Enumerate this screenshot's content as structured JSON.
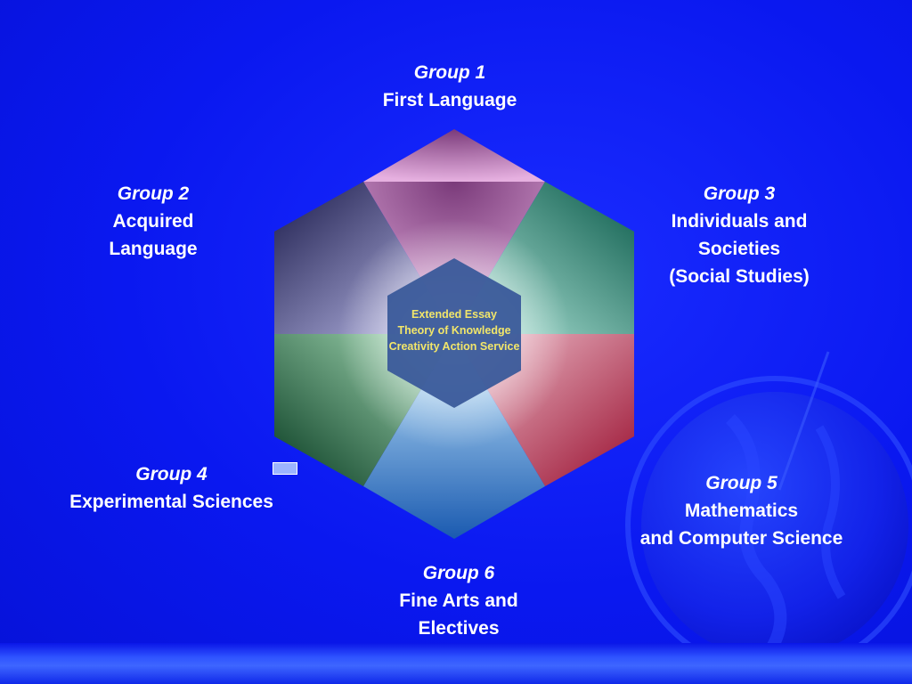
{
  "groups": [
    {
      "group": "Group 1",
      "desc": [
        "First Language"
      ]
    },
    {
      "group": "Group 2",
      "desc": [
        "Acquired",
        "Language"
      ]
    },
    {
      "group": "Group 3",
      "desc": [
        "Individuals and",
        "Societies",
        "(Social Studies)"
      ]
    },
    {
      "group": "Group 4",
      "desc": [
        "Experimental Sciences"
      ]
    },
    {
      "group": "Group 5",
      "desc": [
        "Mathematics",
        "and Computer Science"
      ]
    },
    {
      "group": "Group 6",
      "desc": [
        "Fine Arts and",
        "Electives"
      ]
    }
  ],
  "core": [
    "Extended Essay",
    "Theory of Knowledge",
    "Creativity Action Service"
  ],
  "colors": {
    "background": "#0a14e6",
    "text": "#ffffff",
    "core_text": "#f2e66a",
    "core_fill": "#3a5a9a",
    "segment_top": "#c07ab8",
    "segment_upper_right": "#3aa890",
    "segment_lower_right": "#d04068",
    "segment_bottom": "#6ab4e0",
    "segment_lower_left": "#2a9a5a",
    "segment_upper_left": "#3a3a8a"
  },
  "icons": {
    "globe": "globe-icon",
    "copyright": "copyright-stamp"
  }
}
